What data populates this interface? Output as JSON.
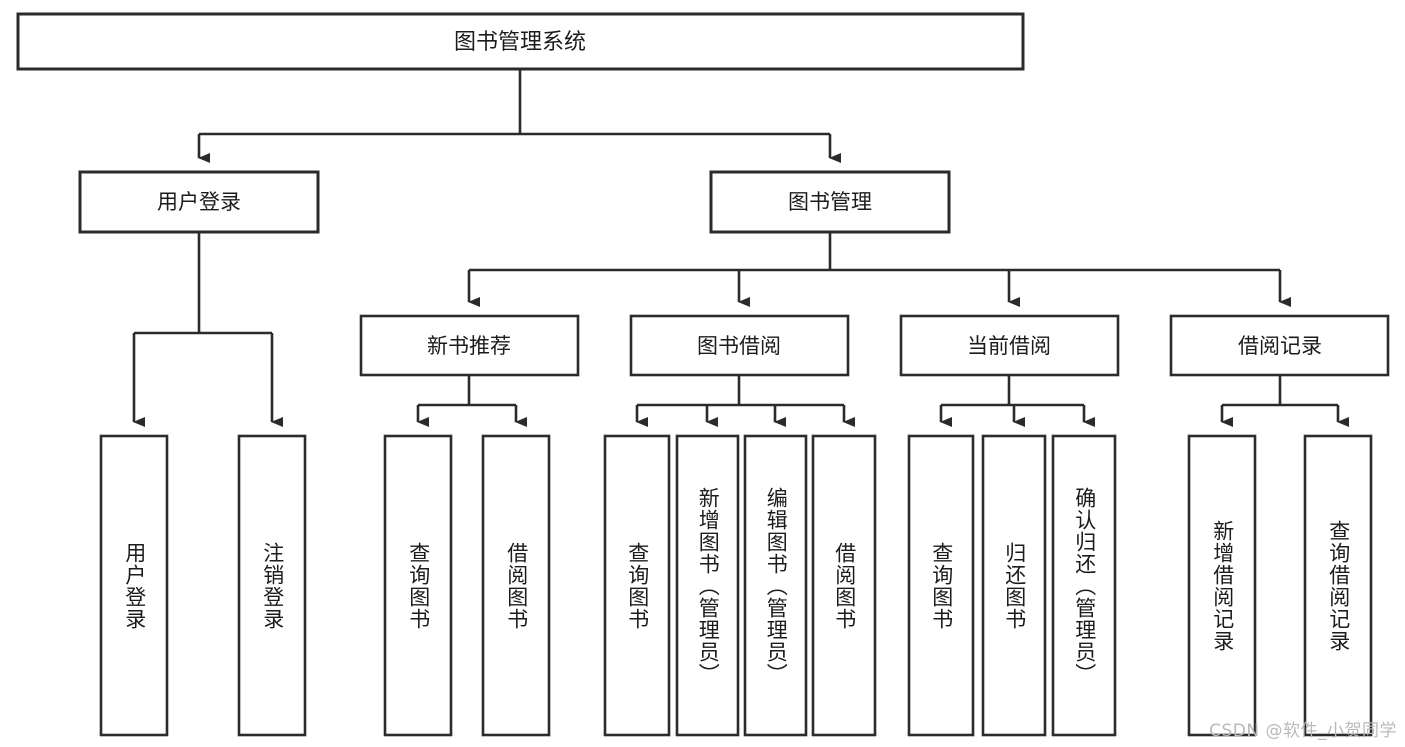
{
  "diagram": {
    "type": "tree-hierarchy",
    "title": "图书管理系统",
    "root": {
      "label": "图书管理系统"
    },
    "level2": [
      {
        "label": "用户登录"
      },
      {
        "label": "图书管理"
      }
    ],
    "level3": [
      {
        "label": "新书推荐",
        "parent": "图书管理"
      },
      {
        "label": "图书借阅",
        "parent": "图书管理"
      },
      {
        "label": "当前借阅",
        "parent": "图书管理"
      },
      {
        "label": "借阅记录",
        "parent": "图书管理"
      }
    ],
    "leaves": {
      "用户登录": [
        {
          "label": "用户登录"
        },
        {
          "label": "注销登录"
        }
      ],
      "新书推荐": [
        {
          "label": "查询图书"
        },
        {
          "label": "借阅图书"
        }
      ],
      "图书借阅": [
        {
          "label": "查询图书"
        },
        {
          "label": "新增图书（管理员）"
        },
        {
          "label": "编辑图书（管理员）"
        },
        {
          "label": "借阅图书"
        }
      ],
      "当前借阅": [
        {
          "label": "查询图书"
        },
        {
          "label": "归还图书"
        },
        {
          "label": "确认归还（管理员）"
        }
      ],
      "借阅记录": [
        {
          "label": "新增借阅记录"
        },
        {
          "label": "查询借阅记录"
        }
      ]
    }
  },
  "watermark": {
    "text": "CSDN @软件_小贺同学"
  },
  "colors": {
    "background": "#ffffff",
    "box_fill": "#ffffff",
    "box_stroke": "#2b2b2b",
    "connector": "#2b2b2b",
    "text": "#1c1c1c",
    "watermark": "#b9b9b9"
  }
}
